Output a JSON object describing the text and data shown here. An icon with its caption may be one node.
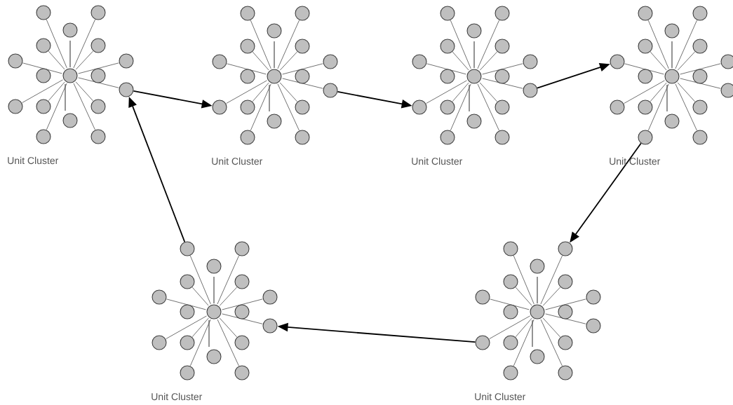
{
  "diagram": {
    "nodes": [
      {
        "text": [],
        "shape": "circle"
      },
      {
        "text": [],
        "shape": "circle"
      },
      {
        "text": [],
        "shape": "circle"
      },
      {
        "text": [],
        "shape": "circle"
      },
      {
        "text": [],
        "shape": "circle"
      },
      {
        "text": [],
        "shape": "circle"
      },
      {
        "text": [],
        "shape": "circle"
      },
      {
        "text": [],
        "shape": "circle"
      },
      {
        "text": [],
        "shape": "circle"
      },
      {
        "text": [],
        "shape": "circle"
      },
      {
        "text": [],
        "shape": "circle"
      }
    ],
    "edges": [
      {
        "from": 0,
        "to": 1,
        "arrow": "to"
      },
      {
        "from": 2,
        "to": 3,
        "arrow": "to"
      },
      {
        "from": 4,
        "to": 5,
        "arrow": "to"
      },
      {
        "from": 6,
        "to": 7,
        "arrow": "to"
      },
      {
        "from": 8,
        "to": 9,
        "arrow": "to"
      },
      {
        "from": 10,
        "to": 0,
        "arrow": "to"
      }
    ],
    "labels": [
      "Unit Cluster",
      "Unit Cluster",
      "Unit Cluster",
      "Unit Cluster",
      "Unit Cluster",
      "Unit Cluster"
    ]
  }
}
